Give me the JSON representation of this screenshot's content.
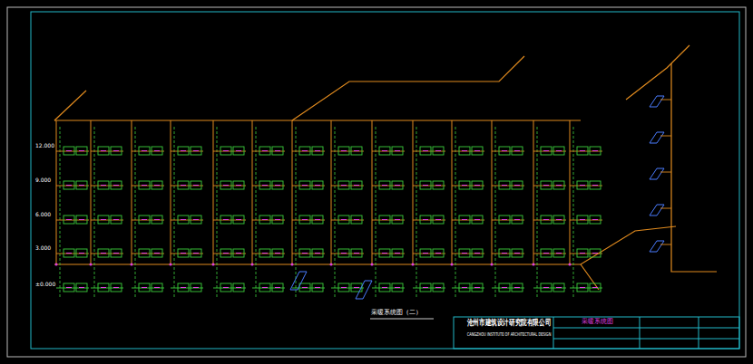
{
  "diagram": {
    "labels": [
      "12.000",
      "9.000",
      "6.000",
      "3.000",
      "±0.000",
      "沧州市建筑设计研究院有限公司",
      "CANGZHOU INSTITUTE OF ARCHITECTURAL DESIGN",
      "采暖系统图",
      "采暖系统图（二）"
    ]
  }
}
